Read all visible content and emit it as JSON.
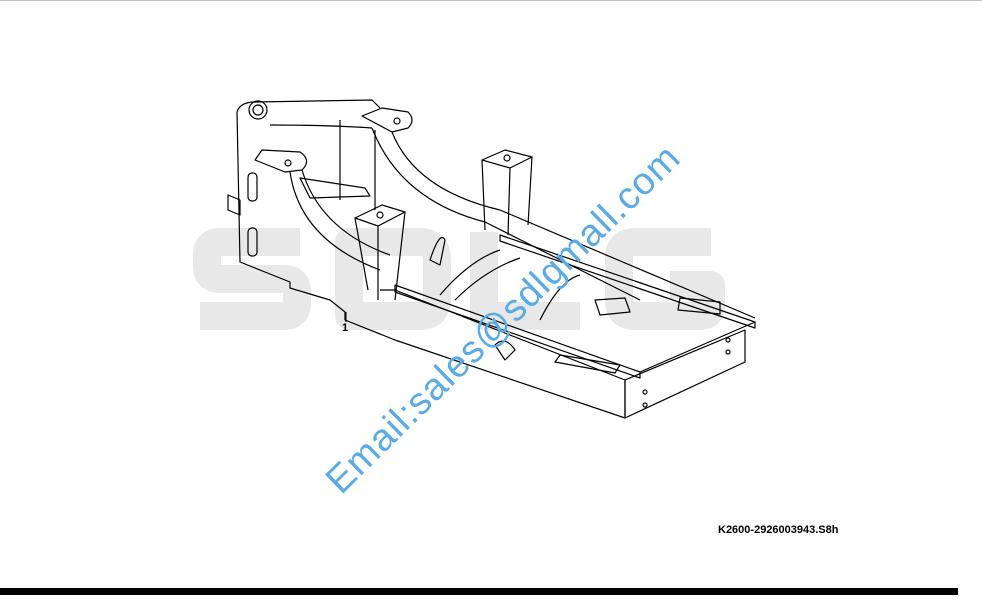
{
  "diagram": {
    "logo_watermark": "SDLG",
    "callout_number": "1",
    "watermark_text": "Email:sales@sdlgmall.com",
    "drawing_code": "K2600-2926003943.S8h"
  },
  "colors": {
    "watermark": "#5aaae8",
    "logo": "#e8e8e8",
    "line": "#000000"
  }
}
